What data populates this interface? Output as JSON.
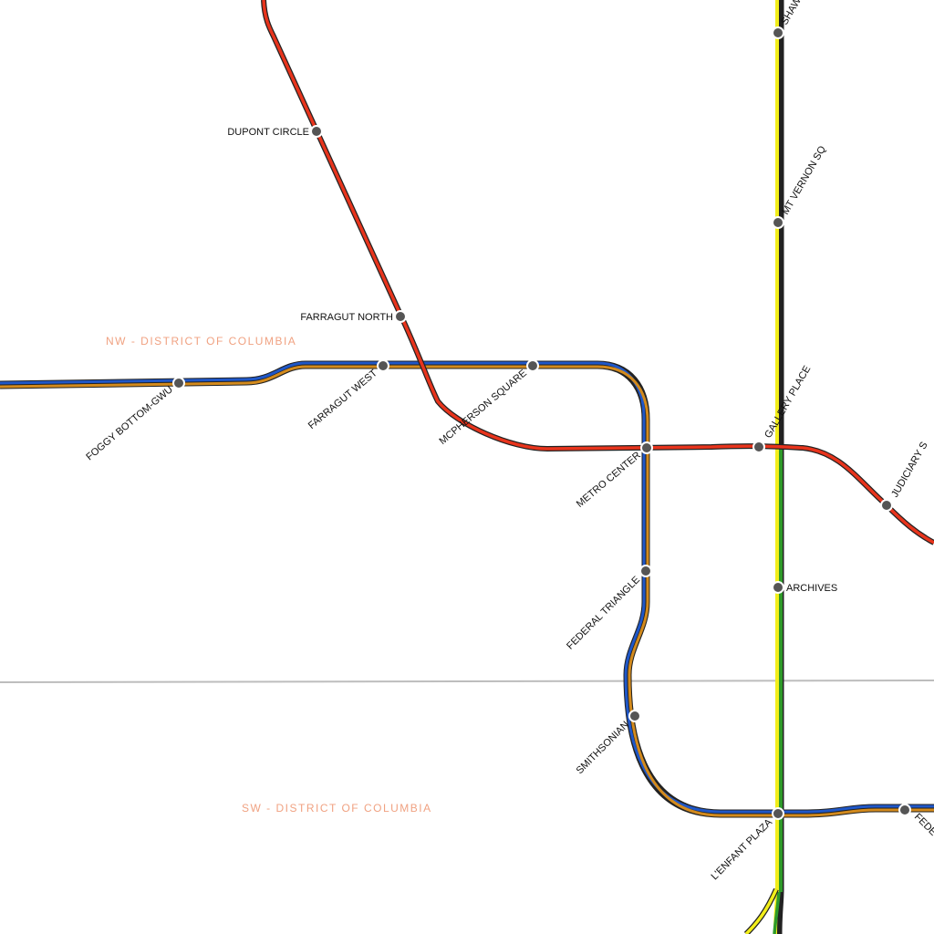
{
  "regions": {
    "nw": "NW - DISTRICT OF COLUMBIA",
    "sw": "SW - DISTRICT OF COLUMBIA"
  },
  "stations": {
    "dupont_circle": "DUPONT CIRCLE",
    "farragut_north": "FARRAGUT NORTH",
    "farragut_west": "FARRAGUT WEST",
    "foggy_bottom": "FOGGY BOTTOM-GWU",
    "mcpherson_square": "MCPHERSON SQUARE",
    "metro_center": "METRO CENTER",
    "gallery_place": "GALLERY PLACE",
    "judiciary_square": "JUDICIARY S",
    "mt_vernon_sq": "MT VERNON SQ",
    "shaw": "SHAW",
    "archives": "ARCHIVES",
    "federal_triangle": "FEDERAL TRIANGLE",
    "smithsonian": "SMITHSONIAN",
    "lenfant_plaza": "L'ENFANT PLAZA",
    "federal_center": "FEDE"
  },
  "colors": {
    "red_line": "#e8341c",
    "blue_line": "#1f57c8",
    "orange_line": "#d38a1c",
    "green_line": "#2e9a2a",
    "yellow_line": "#f2ee1a",
    "line_casing": "#222222",
    "region_label": "#f0a282",
    "boundary": "#bdbdbd"
  }
}
